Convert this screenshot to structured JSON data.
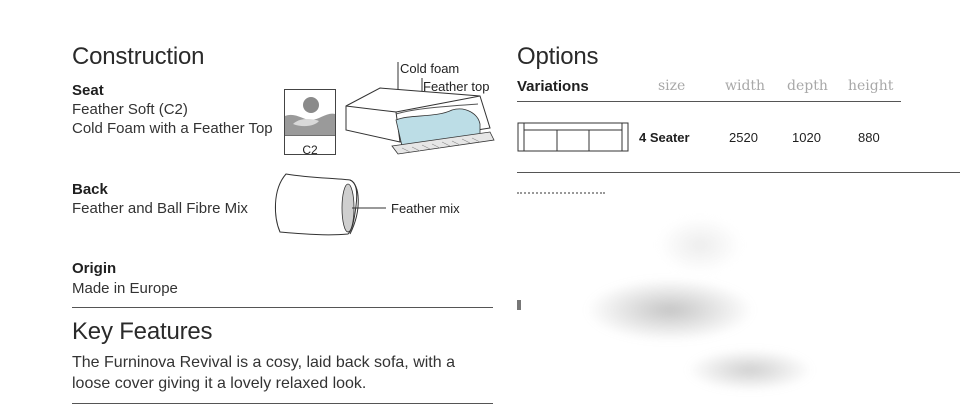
{
  "construction": {
    "title": "Construction",
    "seat": {
      "heading": "Seat",
      "line1": "Feather Soft (C2)",
      "line2": "Cold Foam with a Feather Top",
      "rating_icon_label": "C2",
      "callout_foam": "Cold foam",
      "callout_feather": "Feather top"
    },
    "back": {
      "heading": "Back",
      "line1": "Feather and Ball Fibre Mix",
      "callout": "Feather mix"
    },
    "origin": {
      "heading": "Origin",
      "line1": "Made in Europe"
    }
  },
  "key_features": {
    "title": "Key Features",
    "line1": "The Furninova Revival is a cosy, laid back sofa, with a",
    "line2": "loose cover giving it a lovely relaxed look."
  },
  "options": {
    "title": "Options",
    "variations_label": "Variations",
    "headers": [
      "size",
      "width",
      "depth",
      "height"
    ],
    "rows": [
      {
        "icon": "sofa-4-seater-icon",
        "size": "4 Seater",
        "width": "2520",
        "depth": "1020",
        "height": "880"
      }
    ]
  },
  "colors": {
    "rule": "#555555",
    "header_text": "#a8a8a8",
    "foam_fill": "#bcdde6"
  }
}
